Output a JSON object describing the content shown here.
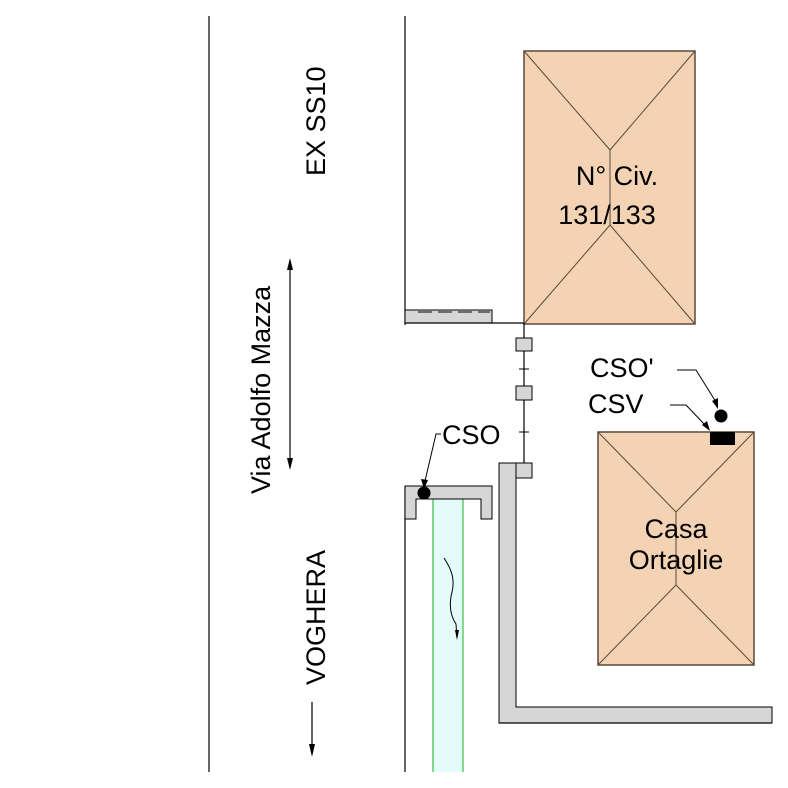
{
  "title": "Site plan - Via Adolfo Mazza / EX SS10",
  "colors": {
    "building_fill": "#f3d3b3",
    "building_stroke": "#5a4a3a",
    "wall_fill": "#d6d6d6",
    "channel_fill": "#e4fbfb",
    "channel_stroke": "#3ec23e",
    "line": "#000000"
  },
  "labels": {
    "road_name": "EX SS10",
    "street_name": "Via Adolfo Mazza",
    "direction": "VOGHERA",
    "building_1_line1": "N° Civ.",
    "building_1_line2": "131/133",
    "building_2_line1": "Casa",
    "building_2_line2": "Ortaglie",
    "cso": "CSO",
    "cso_prime": "CSO'",
    "csv": "CSV"
  },
  "icons": {
    "street_arrow": "double-headed-arrow",
    "direction_arrow": "arrow-down",
    "flow_arrow": "wavy-flow-arrow",
    "cso_marker": "filled-circle",
    "csv_marker": "filled-rectangle"
  }
}
